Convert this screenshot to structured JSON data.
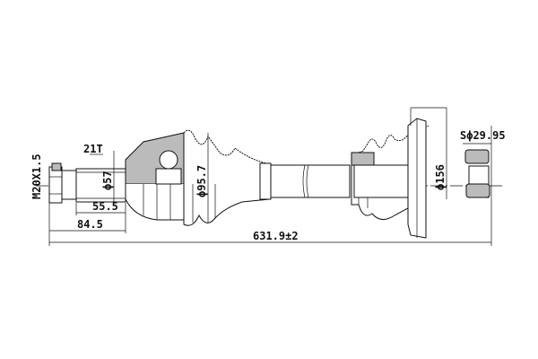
{
  "labels": {
    "spline_teeth": "21T",
    "thread": "M20X1.5",
    "spline_diameter": "ϕ57",
    "outer_joint_diameter": "ϕ95.7",
    "spline_length": "55.5",
    "stud_length": "84.5",
    "total_length": "631.9±2",
    "flange_diameter": "ϕ156",
    "ball_diameter": "Sϕ29.95"
  }
}
